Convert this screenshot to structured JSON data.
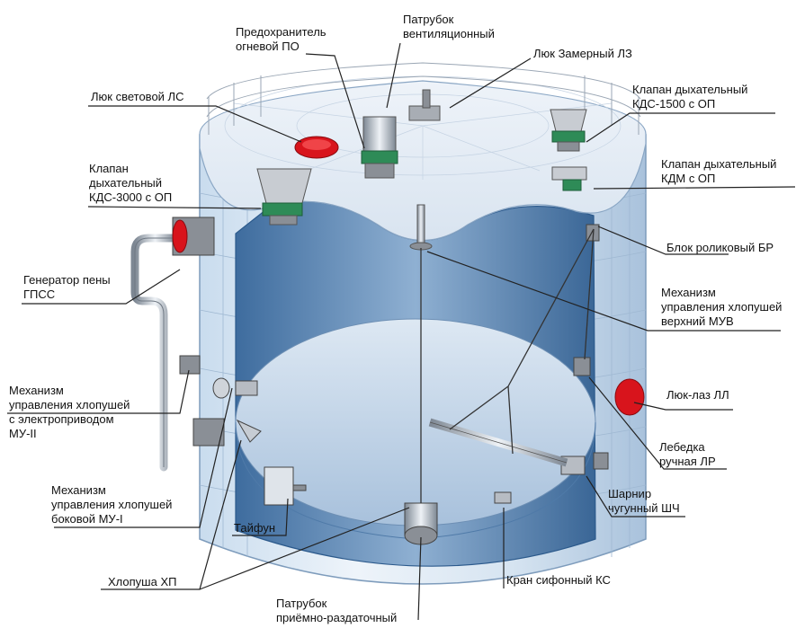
{
  "colors": {
    "tank_light": "#e3edf7",
    "tank_mid": "#b8cde3",
    "tank_dark": "#2c5a8c",
    "interior": "#6f95c0",
    "roof": "#e8eef6",
    "leader": "#222222",
    "hatch_red": "#d8141c",
    "metal": "#8a8f96",
    "green_flange": "#2e8b57"
  },
  "labels": {
    "vent_nozzle": "Патрубок\nвентиляционный",
    "fire_arrester": "Предохранитель\nогневой ПО",
    "measuring_hatch": "Люк Замерный ЛЗ",
    "light_hatch": "Люк световой ЛС",
    "kds1500": "Клапан дыхательный\nКДС-1500 с ОП",
    "kdm": "Клапан дыхательный\nКДМ с ОП",
    "kds3000": "Клапан\nдыхательный\nКДС-3000 с ОП",
    "roller_block": "Блок роликовый БР",
    "foam_generator": "Генератор пены\nГПСС",
    "muv": "Механизм\nуправления хлопушей\nверхний МУВ",
    "mu2": "Механизм\nуправления хлопушей\nс электроприводом\nМУ-II",
    "manhole": "Люк-лаз ЛЛ",
    "winch": "Лебедка\nручная ЛР",
    "mu1": "Механизм\nуправления хлопушей\nбоковой МУ-I",
    "swivel": "Шарнир\nчугунный ШЧ",
    "typhoon": "Тайфун",
    "clapper": "Хлопуша ХП",
    "siphon": "Кран сифонный КС",
    "io_nozzle": "Патрубок\nприёмно-раздаточный"
  }
}
